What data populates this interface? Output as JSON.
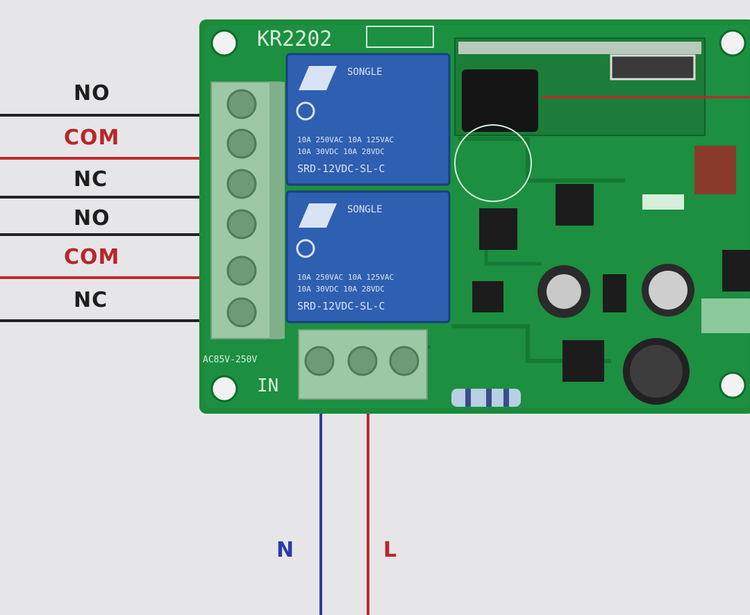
{
  "board": {
    "model": "KR2202",
    "tag": "(blurred)",
    "power_label": "IN",
    "voltage_label": "AC85V-250V",
    "relay_text_line1": "SONGLE",
    "relay_text_line2": "10A 250VAC 10A 125VAC",
    "relay_text_line3": "10A 30VDC 10A 28VDC",
    "relay_text_line4": "SRD-12VDC-SL-C"
  },
  "output_terminals": [
    {
      "label": "NO",
      "wire_color": "#222222"
    },
    {
      "label": "COM",
      "wire_color": "#c0282b"
    },
    {
      "label": "NC",
      "wire_color": "#222222"
    },
    {
      "label": "NO",
      "wire_color": "#222222"
    },
    {
      "label": "COM",
      "wire_color": "#c0282b"
    },
    {
      "label": "NC",
      "wire_color": "#222222"
    }
  ],
  "input_terminals": [
    {
      "label": "N",
      "wire_color": "#2f3a9e"
    },
    {
      "label": "L",
      "wire_color": "#c0282b"
    }
  ],
  "colors": {
    "background": "#e6e6e8",
    "pcb": "#1a8a3c",
    "relay": "#2f5fb0",
    "terminal_block": "#9cc8a4",
    "label_black": "#1e1e1e",
    "label_red": "#b8262a",
    "label_blue": "#2c3aa8"
  }
}
